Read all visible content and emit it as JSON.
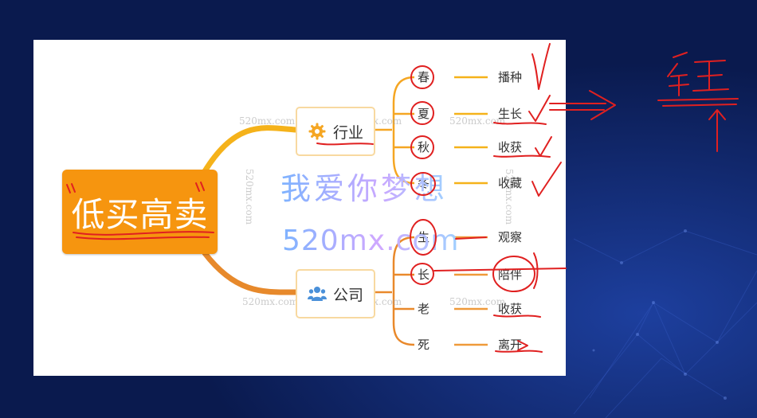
{
  "mindmap": {
    "central": {
      "label": "低买高卖"
    },
    "branches": [
      {
        "id": "industry",
        "label": "行业",
        "icon": "gear-icon",
        "leaves": [
          {
            "key": "春",
            "value": "播种"
          },
          {
            "key": "夏",
            "value": "生长"
          },
          {
            "key": "秋",
            "value": "收获"
          },
          {
            "key": "冬",
            "value": "收藏"
          }
        ]
      },
      {
        "id": "company",
        "label": "公司",
        "icon": "people-icon",
        "leaves": [
          {
            "key": "生",
            "value": "观察"
          },
          {
            "key": "长",
            "value": "陪伴"
          },
          {
            "key": "老",
            "value": "收获"
          },
          {
            "key": "死",
            "value": "离开"
          }
        ]
      }
    ]
  },
  "watermark": {
    "site": "520mx.com",
    "slogan": "我爱你梦想",
    "domain": "520mx.com"
  },
  "annotation": {
    "handwritten_glyph": "钲"
  },
  "colors": {
    "central_fill": "#f6950f",
    "branch_line": "#f5a623",
    "branch_line_company": "#e9892b",
    "ink": "#e02020",
    "background": "#0b1e56"
  }
}
